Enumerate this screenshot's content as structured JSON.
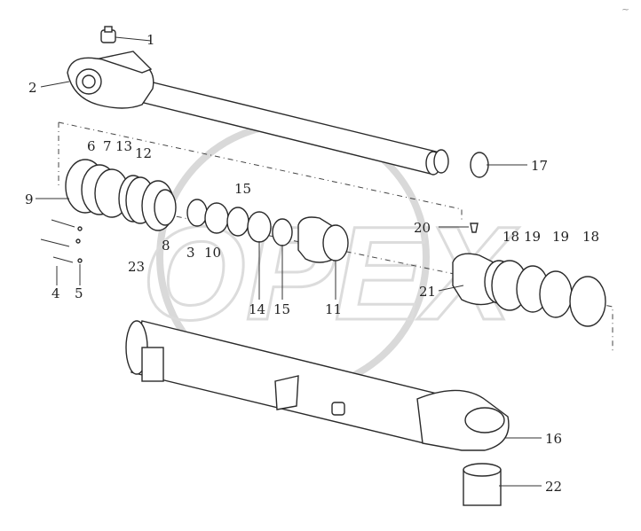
{
  "callouts": [
    "1",
    "2",
    "6",
    "7",
    "13",
    "12",
    "9",
    "4",
    "5",
    "8",
    "3",
    "10",
    "15",
    "14",
    "15",
    "11",
    "17",
    "20",
    "21",
    "18",
    "19",
    "19",
    "18",
    "16",
    "22",
    "23"
  ],
  "watermark": "OPEX",
  "corner_mark": "~"
}
